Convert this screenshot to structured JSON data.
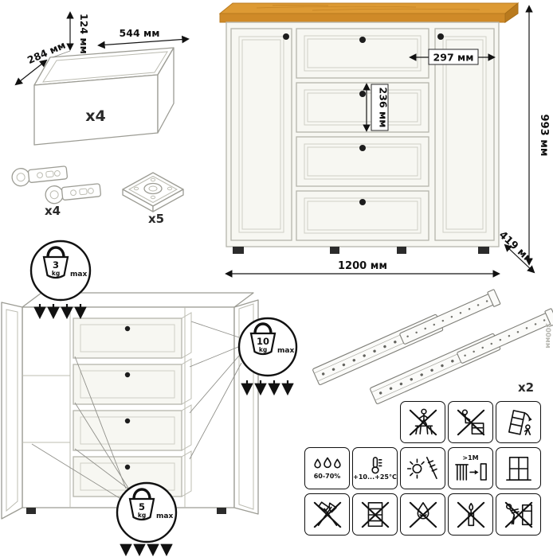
{
  "drawer_box": {
    "dim_height": "124 мм",
    "dim_width": "544 мм",
    "dim_depth": "284 мм",
    "count": "x4"
  },
  "hardware": {
    "hinges_count": "x4",
    "plates_count": "x5"
  },
  "dresser": {
    "dim_door_width": "297 мм",
    "dim_drawer_height": "236 мм",
    "dim_height": "993 мм",
    "dim_width": "1200 мм",
    "dim_depth": "419 мм"
  },
  "load_limits": {
    "top": {
      "value": "3",
      "unit": "kg",
      "suffix": "max"
    },
    "drawer": {
      "value": "10",
      "unit": "kg",
      "suffix": "max"
    },
    "bottom": {
      "value": "5",
      "unit": "kg",
      "suffix": "max"
    }
  },
  "slides": {
    "count": "x2",
    "length": "300мм"
  },
  "care": {
    "humidity": "60-70%",
    "temperature": "+10...+25°C",
    "distance": ">1M"
  },
  "colors": {
    "wood_top": "#dd9a34",
    "wood_front": "#cf8a28",
    "wood_edge": "#b97a1e",
    "body": "#f6f6f1",
    "outline": "#a2a29a",
    "knob": "#1d1d1d"
  }
}
